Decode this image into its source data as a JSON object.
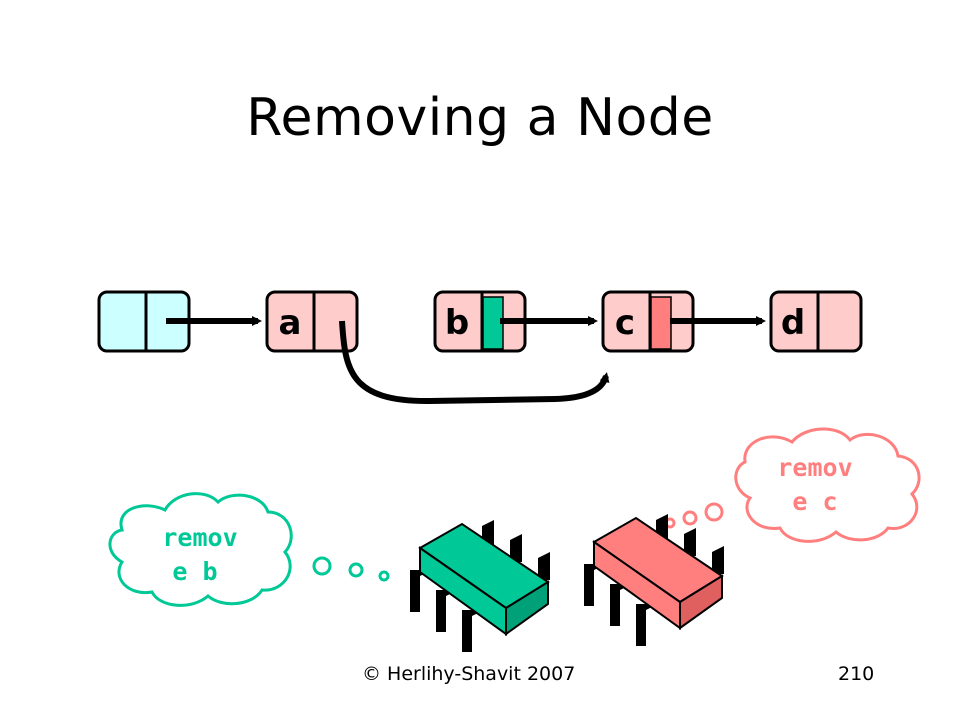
{
  "title": "Removing a Node",
  "nodes": [
    {
      "label": "",
      "fill": "#ccffff"
    },
    {
      "label": "a",
      "fill": "#ffcccc"
    },
    {
      "label": "b",
      "fill": "#ffcccc"
    },
    {
      "label": "c",
      "fill": "#ffcccc"
    },
    {
      "label": "d",
      "fill": "#ffcccc"
    }
  ],
  "threads": [
    {
      "thought_line1": "remov",
      "thought_line2": "e b",
      "color": "#00c896"
    },
    {
      "thought_line1": "remov",
      "thought_line2": "e c",
      "color": "#ff7f7f"
    }
  ],
  "footer": {
    "credit": "© Herlihy-Shavit 2007",
    "page": "210"
  }
}
